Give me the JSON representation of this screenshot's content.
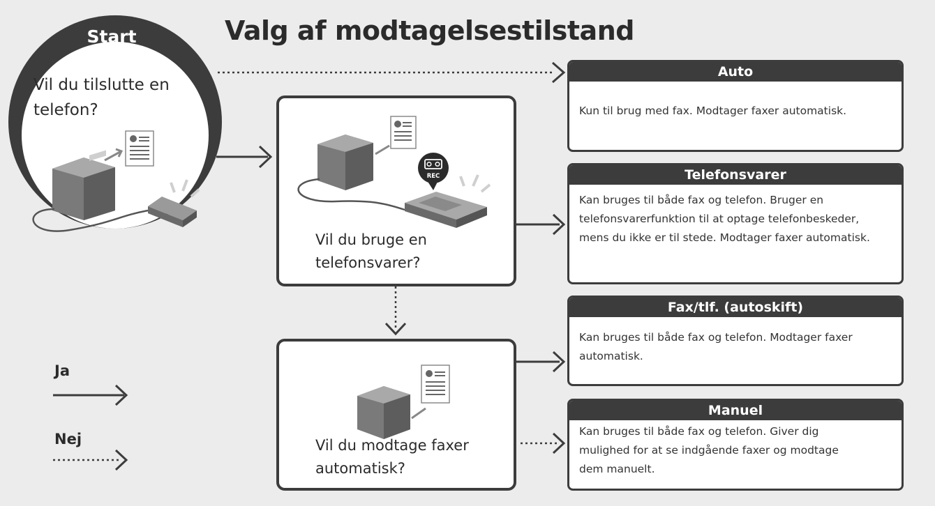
{
  "title": "Valg af modtagelsestilstand",
  "start": {
    "label": "Start",
    "question_lines": [
      "Vil du tilslutte en",
      "telefon?"
    ]
  },
  "question_answering_machine": {
    "lines": [
      "Vil du bruge en",
      "telefonsvarer?"
    ],
    "rec_label": "REC"
  },
  "question_auto_receive": {
    "lines": [
      "Vil du modtage faxer",
      "automatisk?"
    ]
  },
  "modes": [
    {
      "title": "Auto",
      "lines": [
        "Kun til brug med fax. Modtager faxer automatisk."
      ]
    },
    {
      "title": "Telefonsvarer",
      "lines": [
        "Kan bruges til både fax og telefon. Bruger en",
        "telefonsvarerfunktion til at optage telefonbeskeder,",
        "mens du ikke er til stede. Modtager faxer automatisk."
      ]
    },
    {
      "title": "Fax/tlf. (autoskift)",
      "lines": [
        "Kan bruges til både fax og telefon. Modtager faxer",
        "automatisk."
      ]
    },
    {
      "title": "Manuel",
      "lines": [
        "Kan bruges til både fax og telefon. Giver dig",
        "mulighed for at se indgående faxer og modtage",
        "dem manuelt."
      ]
    }
  ],
  "legend": {
    "yes": "Ja",
    "no": "Nej"
  },
  "colors": {
    "dark": "#3c3c3c",
    "background": "#ececec",
    "box": "#ffffff"
  }
}
